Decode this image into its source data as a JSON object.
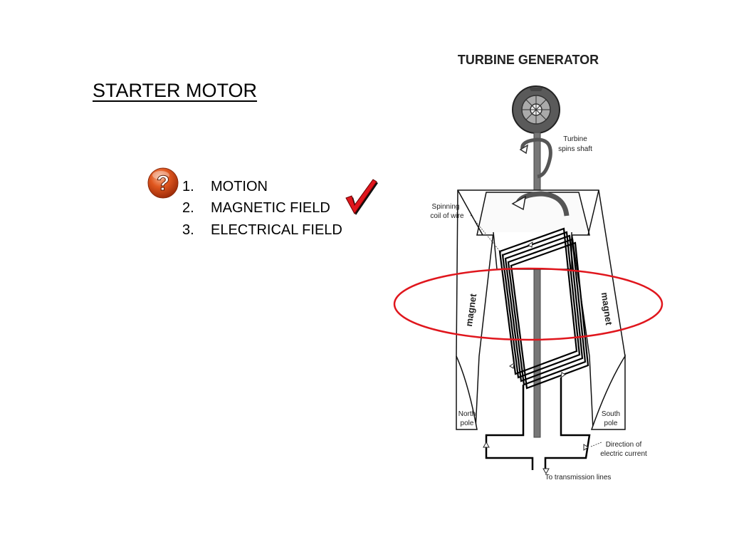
{
  "slide": {
    "title": "STARTER MOTOR",
    "question_icon": "question-icon",
    "answers": [
      {
        "number": "1.",
        "text": "MOTION",
        "checked": false
      },
      {
        "number": "2.",
        "text": "MAGNETIC FIELD",
        "checked": true
      },
      {
        "number": "3.",
        "text": "ELECTRICAL FIELD",
        "checked": false
      }
    ],
    "checkmark_icon": "checkmark-icon",
    "highlight_color": "#e0161d"
  },
  "diagram": {
    "title": "TURBINE GENERATOR",
    "labels": {
      "turbine_line1": "Turbine",
      "turbine_line2": "spins shaft",
      "coil_line1": "Spinning",
      "coil_line2": "coil of wire",
      "magnet_left": "magnet",
      "magnet_right": "magnet",
      "north_line1": "North",
      "north_line2": "pole",
      "south_line1": "South",
      "south_line2": "pole",
      "current_line1": "Direction of",
      "current_line2": "electric current",
      "transmission": "To transmission lines"
    }
  }
}
